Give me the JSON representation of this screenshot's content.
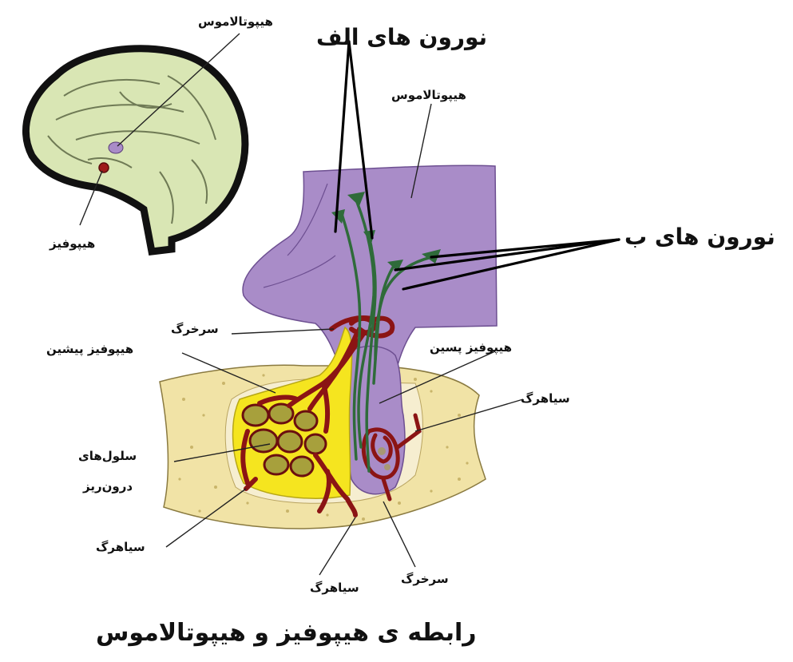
{
  "diagram": {
    "title": "رابطه ی هیپوفیز و هیپوتالاموس",
    "labels": {
      "neurons_a": "نورون های الف",
      "neurons_b": "نورون های ب",
      "hypothalamus": "هیپوتالاموس",
      "hypothalamus_inset": "هیپوتالاموس",
      "hypophysis_inset": "هیپوفیز",
      "artery_top": "سرخرگ",
      "anterior_pituitary": "هیپوفیز پیشین",
      "posterior_pituitary": "هیپوفیز پسین",
      "vein_right": "سیاهرگ",
      "endocrine_cells_line1": "سلول‌های",
      "endocrine_cells_line2": "درون‌ریز",
      "vein_left": "سیاهرگ",
      "vein_bottom": "سیاهرگ",
      "artery_bottom": "سرخرگ"
    },
    "colors": {
      "hypothalamus": "#a98cc8",
      "brain": "#d9e6b4",
      "bone": "#f1e3a6",
      "gland": "#f5e51f",
      "vessel": "#8b1414",
      "cell": "#a7a03c",
      "neuron": "#2f6b3a"
    }
  }
}
